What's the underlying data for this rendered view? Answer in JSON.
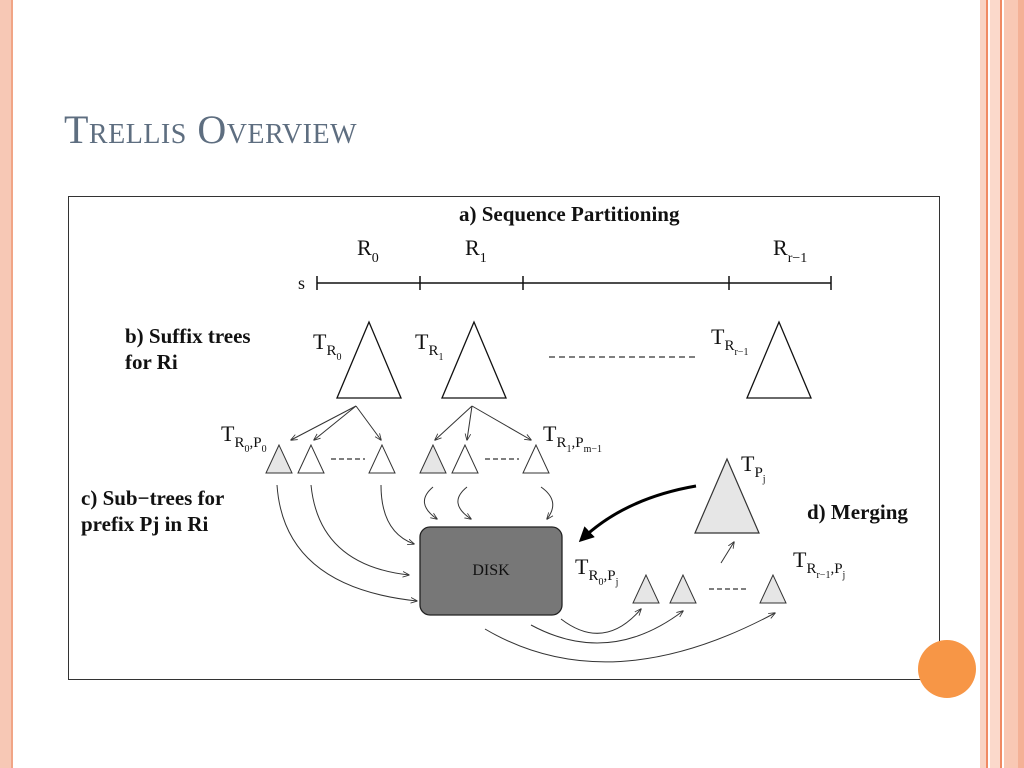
{
  "slide": {
    "title": "Trellis Overview"
  },
  "diagram": {
    "sections": {
      "a": "a) Sequence Partitioning",
      "b_line1": "b) Suffix trees",
      "b_line2": "for Ri",
      "c_line1": "c) Sub−trees for",
      "c_line2": "prefix Pj in Ri",
      "d": "d) Merging"
    },
    "sequence_label": "s",
    "partitions": [
      {
        "base": "R",
        "sub": "0"
      },
      {
        "base": "R",
        "sub": "1"
      },
      {
        "base": "R",
        "sub": "r−1"
      }
    ],
    "suffix_trees": [
      {
        "base": "T",
        "sub": "R",
        "subsub": "0"
      },
      {
        "base": "T",
        "sub": "R",
        "subsub": "1"
      },
      {
        "base": "T",
        "sub": "R",
        "subsub": "r−1"
      }
    ],
    "subtree_labels": {
      "left": {
        "base": "T",
        "sub1": "R",
        "subsub1": "0",
        "sep": ",",
        "sub2": "P",
        "subsub2": "0"
      },
      "right": {
        "base": "T",
        "sub1": "R",
        "subsub1": "1",
        "sep": ",",
        "sub2": "P",
        "subsub2": "m−1"
      }
    },
    "merged_tree": {
      "base": "T",
      "sub": "P",
      "subsub": "j"
    },
    "merge_labels": {
      "left": {
        "base": "T",
        "sub1": "R",
        "subsub1": "0",
        "sep": ",",
        "sub2": "P",
        "subsub2": "j"
      },
      "right": {
        "base": "T",
        "sub1": "R",
        "subsub1": "r−1",
        "sep": ",",
        "sub2": "P",
        "subsub2": "j"
      }
    },
    "disk_label": "DISK",
    "colors": {
      "disk_fill": "#777777",
      "small_tree_fill": "#e6e6e6",
      "accent": "#f79646",
      "title": "#5e6e80"
    }
  }
}
